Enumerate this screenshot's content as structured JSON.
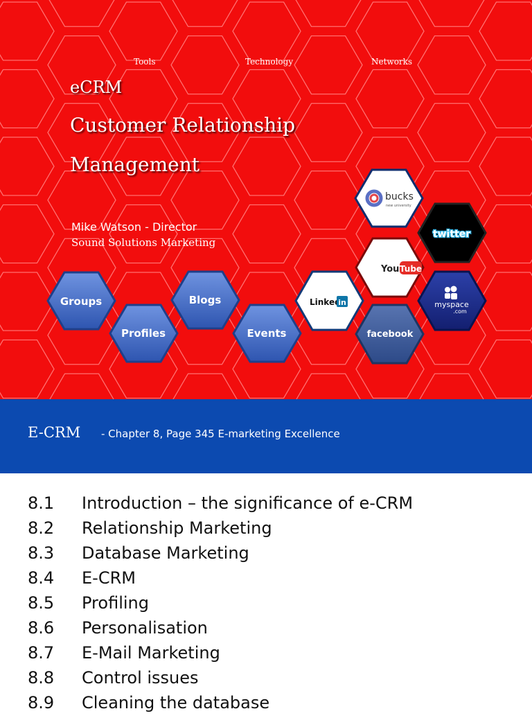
{
  "slide": {
    "nav": [
      "Tools",
      "Technology",
      "Networks"
    ],
    "title_line1": "eCRM",
    "title_line2": "Customer Relationship",
    "title_line3": "Management",
    "author": "Mike Watson - Director",
    "company": "Sound Solutions Marketing",
    "feature_buttons": [
      "Groups",
      "Profiles",
      "Blogs",
      "Events"
    ],
    "social_logos": {
      "bucks": "bucks",
      "bucks_sub": "new university",
      "twitter": "twitter",
      "youtube_you": "You",
      "youtube_tube": "Tube",
      "linkedin": "Linked",
      "linkedin_in": "in",
      "myspace": "myspace",
      "myspace_com": ".com",
      "facebook": "facebook"
    }
  },
  "colors": {
    "slide_background": "#f20d0d",
    "banner": "#0c4ab0",
    "button_blue": "#3f69c4",
    "myspace_blue": "#1b2c8a",
    "facebook_blue": "#3b5998",
    "youtube_red": "#e52d27"
  },
  "banner": {
    "main": "E-CRM",
    "sub": "- Chapter 8, Page 345 E-marketing Excellence"
  },
  "toc": [
    {
      "num": "8.1",
      "title": "Introduction – the significance of e-CRM"
    },
    {
      "num": "8.2",
      "title": "Relationship Marketing"
    },
    {
      "num": "8.3",
      "title": "Database Marketing"
    },
    {
      "num": "8.4",
      "title": "E-CRM"
    },
    {
      "num": "8.5",
      "title": "Profiling"
    },
    {
      "num": "8.6",
      "title": "Personalisation"
    },
    {
      "num": "8.7",
      "title": "E-Mail Marketing"
    },
    {
      "num": "8.8",
      "title": "Control issues"
    },
    {
      "num": "8.9",
      "title": "Cleaning the database"
    }
  ]
}
